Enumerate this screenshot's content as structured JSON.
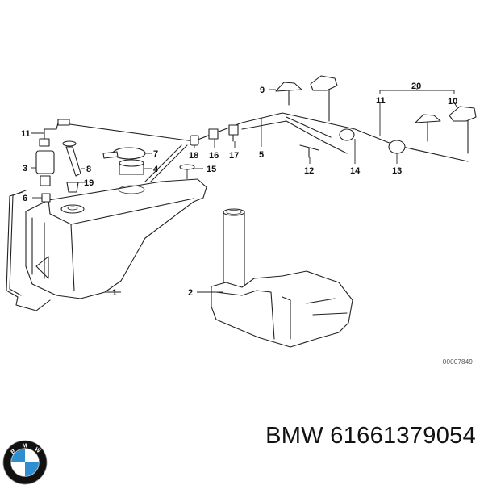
{
  "diagram": {
    "title": "Windshield washer reservoir & lines",
    "drawing_number": "00007849",
    "callouts": [
      {
        "id": "c1",
        "label": "1"
      },
      {
        "id": "c2",
        "label": "2"
      },
      {
        "id": "c3",
        "label": "3"
      },
      {
        "id": "c4",
        "label": "4"
      },
      {
        "id": "c5",
        "label": "5"
      },
      {
        "id": "c6",
        "label": "6"
      },
      {
        "id": "c7",
        "label": "7"
      },
      {
        "id": "c8",
        "label": "8"
      },
      {
        "id": "c9",
        "label": "9"
      },
      {
        "id": "c10",
        "label": "10"
      },
      {
        "id": "c11a",
        "label": "11"
      },
      {
        "id": "c11b",
        "label": "11"
      },
      {
        "id": "c12",
        "label": "12"
      },
      {
        "id": "c13",
        "label": "13"
      },
      {
        "id": "c14",
        "label": "14"
      },
      {
        "id": "c15",
        "label": "15"
      },
      {
        "id": "c16",
        "label": "16"
      },
      {
        "id": "c17",
        "label": "17"
      },
      {
        "id": "c18",
        "label": "18"
      },
      {
        "id": "c19",
        "label": "19"
      },
      {
        "id": "c20",
        "label": "20"
      }
    ]
  },
  "footer": {
    "brand": "BMW",
    "part_number": "61661379054",
    "label": "BMW 61661379054",
    "logo": {
      "name": "bmw-roundel-icon",
      "letters": [
        "B",
        "M",
        "W"
      ],
      "colors": {
        "ring": "#111111",
        "blue": "#2d8fd0",
        "white": "#ffffff"
      }
    }
  }
}
